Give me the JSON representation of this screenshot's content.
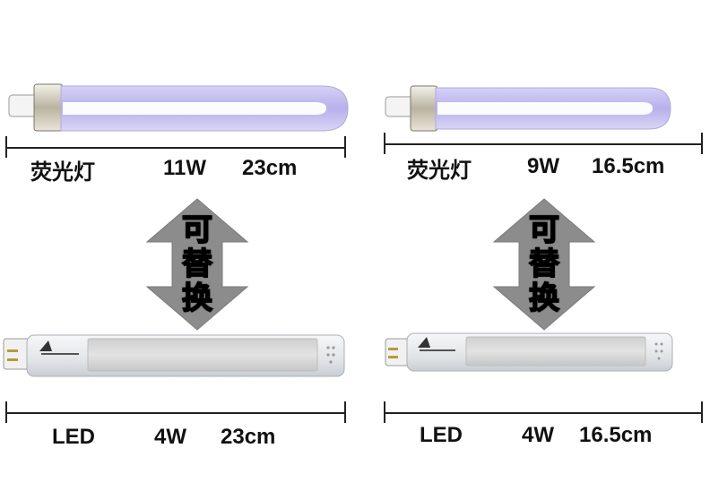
{
  "products": [
    {
      "fluorescent": {
        "type": "荧光灯",
        "power": "11W",
        "length": "23cm"
      },
      "led": {
        "type": "LED",
        "power": "4W",
        "length": "23cm"
      },
      "replace_text": [
        "可",
        "替",
        "换"
      ]
    },
    {
      "fluorescent": {
        "type": "荧光灯",
        "power": "9W",
        "length": "16.5cm"
      },
      "led": {
        "type": "LED",
        "power": "4W",
        "length": "16.5cm"
      },
      "replace_text": [
        "可",
        "替",
        "换"
      ]
    }
  ],
  "colors": {
    "tube_glow": "#c9c4f2",
    "tube_core": "#ffffff",
    "arrow_gray": "#8a8a8a",
    "led_body": "#e9ecef",
    "led_panel": "#d6d6d6",
    "text": "#111111"
  }
}
